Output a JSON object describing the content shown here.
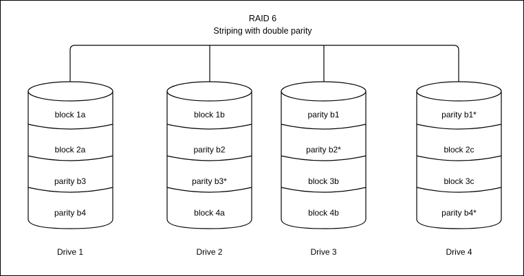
{
  "diagram": {
    "title_line1": "RAID 6",
    "title_line2": "Striping with double parity",
    "colors": {
      "stroke": "#000000",
      "fill": "#ffffff",
      "background": "#ffffff"
    },
    "drives": [
      {
        "label": "Drive 1",
        "segments": [
          "block 1a",
          "block 2a",
          "parity b3",
          "parity b4"
        ]
      },
      {
        "label": "Drive 2",
        "segments": [
          "block 1b",
          "parity b2",
          "parity b3*",
          "block 4a"
        ]
      },
      {
        "label": "Drive 3",
        "segments": [
          "parity b1",
          "parity b2*",
          "block 3b",
          "block 4b"
        ]
      },
      {
        "label": "Drive 4",
        "segments": [
          "parity b1*",
          "block 2c",
          "block 3c",
          "parity b4*"
        ]
      }
    ]
  }
}
